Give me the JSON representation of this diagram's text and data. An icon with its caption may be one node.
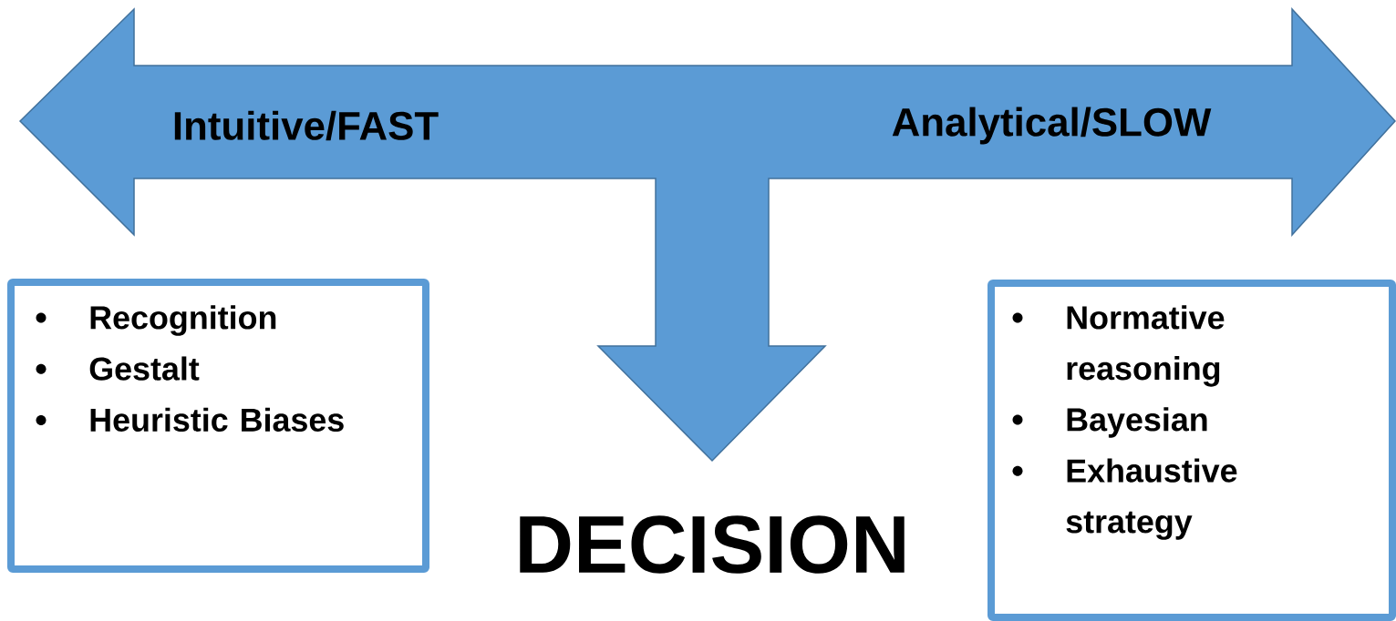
{
  "diagram": {
    "nodes": [
      {
        "text": [
          "Intuitive/FAST",
          "Analytical/SLOW"
        ]
      },
      {
        "text": [
          "Recognition",
          "Gestalt",
          "Heuristic Biases"
        ]
      },
      {
        "text": [
          "Normative reasoning",
          "Bayesian",
          "Exhaustive strategy"
        ]
      }
    ],
    "labels": [
      "DECISION"
    ]
  }
}
